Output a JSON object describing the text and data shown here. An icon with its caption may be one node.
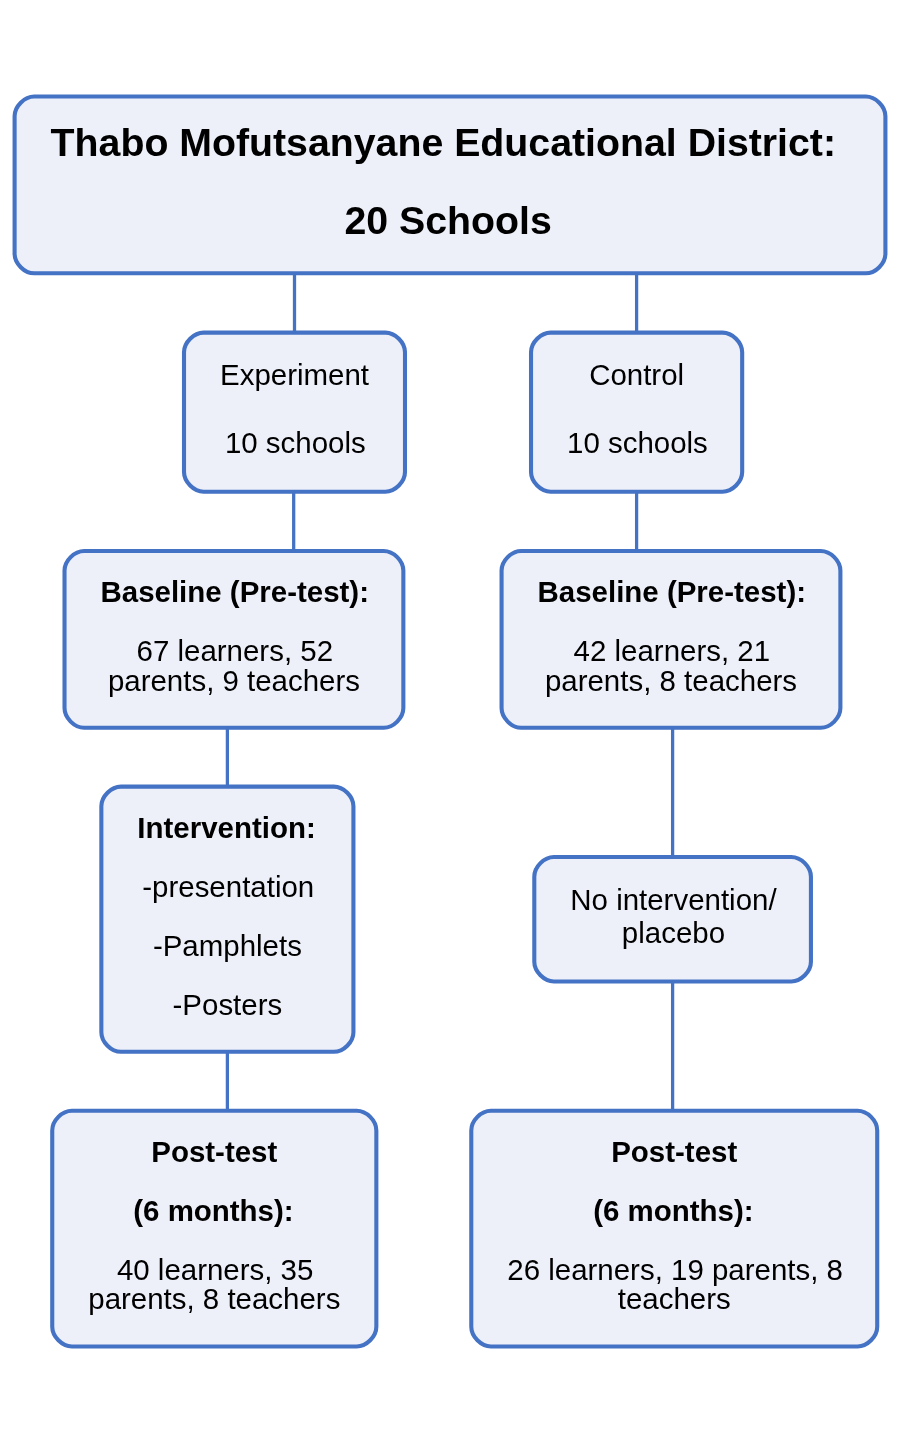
{
  "diagram": {
    "nodes": [
      {
        "text": [
          "Thabo Mofutsanyane Educational District:",
          "20 Schools"
        ]
      },
      {
        "text": [
          "Experiment",
          "10 schools"
        ]
      },
      {
        "text": [
          "Control",
          "10 schools"
        ]
      },
      {
        "text": [
          "Baseline (Pre-test):",
          "67 learners, 52 parents, 9 teachers"
        ]
      },
      {
        "text": [
          "Baseline (Pre-test):",
          "42 learners, 21 parents, 8 teachers"
        ]
      },
      {
        "text": [
          "Intervention:",
          "-presentation",
          "-Pamphlets",
          "-Posters"
        ]
      },
      {
        "text": [
          "No intervention/ placebo"
        ]
      },
      {
        "text": [
          "Post-test",
          "(6 months):",
          "40 learners, 35 parents, 8 teachers"
        ]
      },
      {
        "text": [
          "Post-test",
          "(6 months):",
          "26 learners, 19 parents, 8 teachers"
        ]
      }
    ],
    "edges": [
      {
        "from": 0,
        "to": 1,
        "arrow": "none"
      },
      {
        "from": 0,
        "to": 2,
        "arrow": "none"
      },
      {
        "from": 1,
        "to": 3,
        "arrow": "none"
      },
      {
        "from": 2,
        "to": 4,
        "arrow": "none"
      },
      {
        "from": 3,
        "to": 5,
        "arrow": "none"
      },
      {
        "from": 4,
        "to": 6,
        "arrow": "none"
      },
      {
        "from": 5,
        "to": 7,
        "arrow": "none"
      },
      {
        "from": 6,
        "to": 8,
        "arrow": "none"
      }
    ]
  }
}
